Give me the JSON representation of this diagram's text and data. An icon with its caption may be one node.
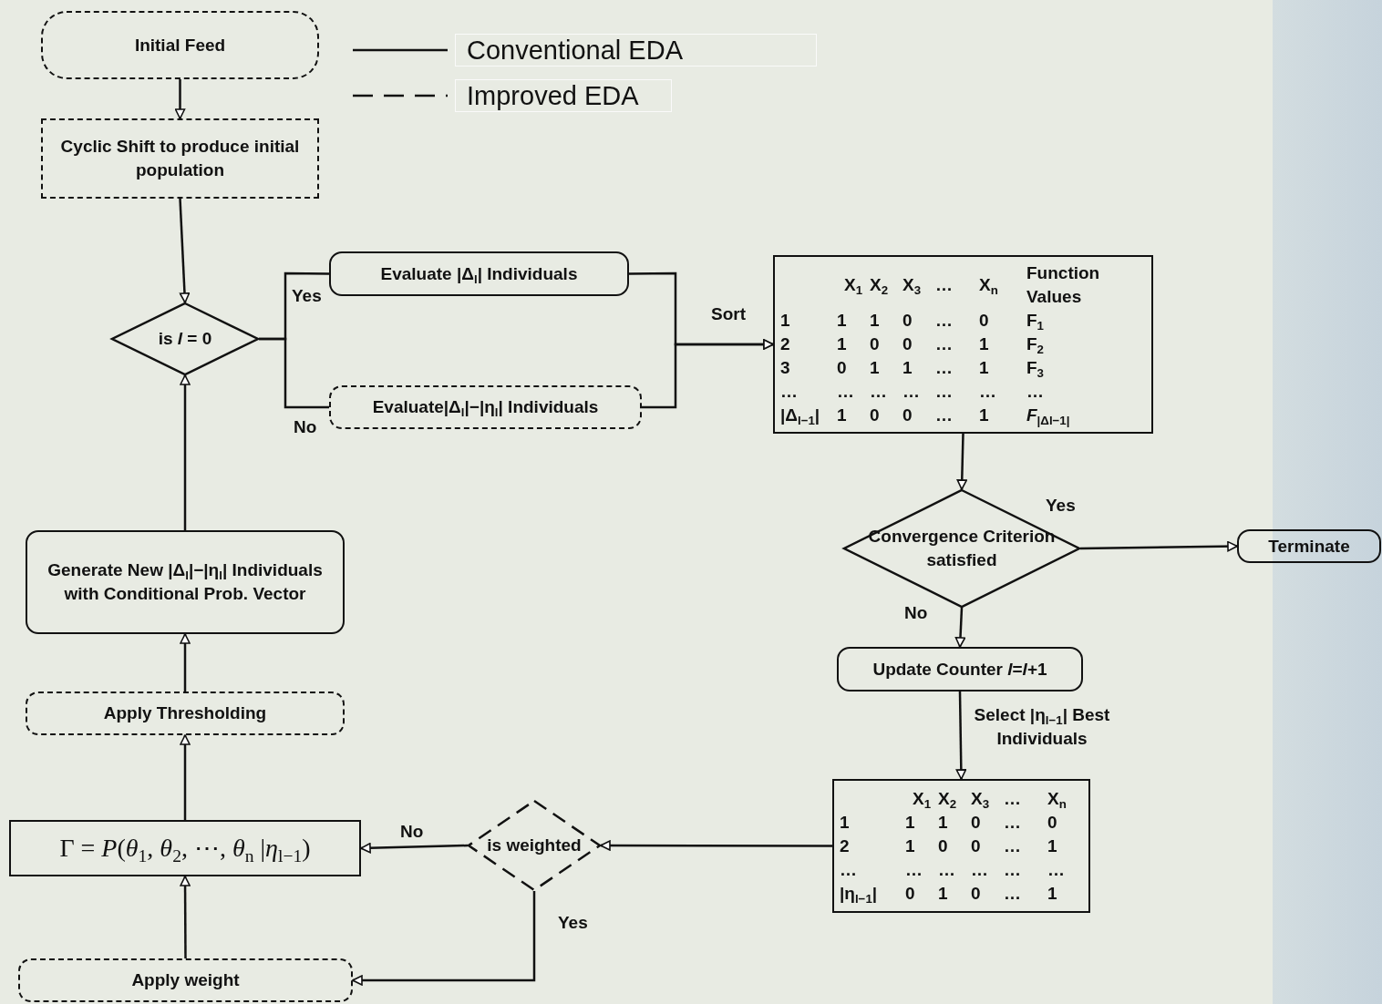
{
  "diagram": {
    "nodes": [
      {
        "text": [
          "Initial Feed"
        ]
      },
      {
        "text": [
          "Cyclic Shift to produce initial population"
        ]
      },
      {
        "text": [
          "is *l* = 0"
        ]
      },
      {
        "text": [
          "Evaluate |Δ$_{l}$| Individuals"
        ]
      },
      {
        "text": [
          "Evaluate|Δ$_{l}$|−|η$_{l}$| Individuals"
        ]
      },
      {
        "text": [
          "X$_{1}$",
          "X$_{2}$",
          "X$_{3}$",
          "…",
          "X$_{n}$",
          "Function Values",
          "1",
          "1",
          "1",
          "0",
          "…",
          "0",
          "F$_{1}$",
          "2",
          "1",
          "0",
          "0",
          "…",
          "1",
          "F$_{2}$",
          "3",
          "0",
          "1",
          "1",
          "…",
          "1",
          "F$_{3}$",
          "…",
          "…",
          "…",
          "…",
          "…",
          "…",
          "…",
          "|Δ$_{l−1}$|",
          "1",
          "0",
          "0",
          "…",
          "1",
          "*F*$_{|Δl−1|}$"
        ]
      },
      {
        "text": [
          "Convergence Criterion satisfied"
        ]
      },
      {
        "text": [
          "Terminate"
        ]
      },
      {
        "text": [
          "Update Counter *l*=*l*+1"
        ]
      },
      {
        "text": [
          "X$_{1}$",
          "X$_{2}$",
          "X$_{3}$",
          "…",
          "X$_{n}$",
          "1",
          "1",
          "1",
          "0",
          "…",
          "0",
          "2",
          "1",
          "0",
          "0",
          "…",
          "1",
          "…",
          "…",
          "…",
          "…",
          "…",
          "…",
          "|η$_{l−1}$|",
          "0",
          "1",
          "0",
          "…",
          "1"
        ]
      },
      {
        "text": [
          "is weighted"
        ]
      },
      {
        "text": [
          "Γ = *P*(*θ*$_{1}$, *θ*$_{2}$, ⋯, *θ*$_{n}$ |*η*$_{l−1}$)"
        ]
      },
      {
        "text": [
          "Apply weight"
        ]
      },
      {
        "text": [
          "Apply Thresholding"
        ]
      },
      {
        "text": [
          "Generate New |Δ$_{l}$|−|η$_{l}$| Individuals with Conditional Prob. Vector"
        ]
      }
    ],
    "edges": [
      {
        "from": 0,
        "to": 1,
        "arrow": "to"
      },
      {
        "from": 1,
        "to": 2,
        "arrow": "to"
      },
      {
        "from": 2,
        "to": 3,
        "arrow": "none",
        "label": "Yes"
      },
      {
        "from": 2,
        "to": 4,
        "arrow": "none",
        "label": "No"
      },
      {
        "from": 3,
        "to": 5,
        "arrow": "to",
        "label": "Sort"
      },
      {
        "from": 4,
        "to": 5,
        "arrow": "to"
      },
      {
        "from": 5,
        "to": 6,
        "arrow": "to"
      },
      {
        "from": 6,
        "to": 7,
        "arrow": "to",
        "label": "Yes"
      },
      {
        "from": 6,
        "to": 8,
        "arrow": "to",
        "label": "No"
      },
      {
        "from": 8,
        "to": 9,
        "arrow": "to",
        "label": "Select |η$_{l−1}$| Best Individuals"
      },
      {
        "from": 9,
        "to": 10,
        "arrow": "to"
      },
      {
        "from": 10,
        "to": 11,
        "arrow": "to",
        "label": "No"
      },
      {
        "from": 10,
        "to": 12,
        "arrow": "to",
        "label": "Yes"
      },
      {
        "from": 12,
        "to": 11,
        "arrow": "to"
      },
      {
        "from": 11,
        "to": 13,
        "arrow": "to"
      },
      {
        "from": 13,
        "to": 14,
        "arrow": "to"
      },
      {
        "from": 14,
        "to": 2,
        "arrow": "to"
      }
    ],
    "legend": [
      {
        "text": "Conventional EDA"
      },
      {
        "text": "Improved EDA"
      }
    ]
  }
}
